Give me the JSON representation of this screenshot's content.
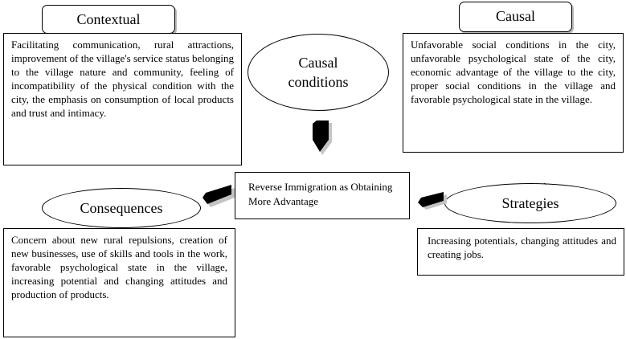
{
  "contextual": {
    "label": "Contextual",
    "text": "Facilitating communication, rural attractions, improvement of the village's service status belonging to the village nature and community, feeling of incompatibility of the physical condition with the city, the emphasis on consumption of local products and trust and intimacy."
  },
  "causal": {
    "label": "Causal",
    "text": "Unfavorable social conditions in the city, unfavorable psychological state of the city, economic advantage of the village to the city, proper social conditions in the village and favorable psychological state in the village."
  },
  "causal_conditions": {
    "label_line1": "Causal",
    "label_line2": "conditions"
  },
  "phenomenon": {
    "text": "Reverse Immigration as Obtaining More Advantage"
  },
  "consequences": {
    "label": "Consequences",
    "text": "Concern about new rural repulsions, creation of new businesses, use of skills and tools in the work, favorable psychological state in the village, increasing potential and changing attitudes and production of products."
  },
  "strategies": {
    "label": "Strategies",
    "text": "Increasing potentials, changing attitudes and creating jobs."
  }
}
